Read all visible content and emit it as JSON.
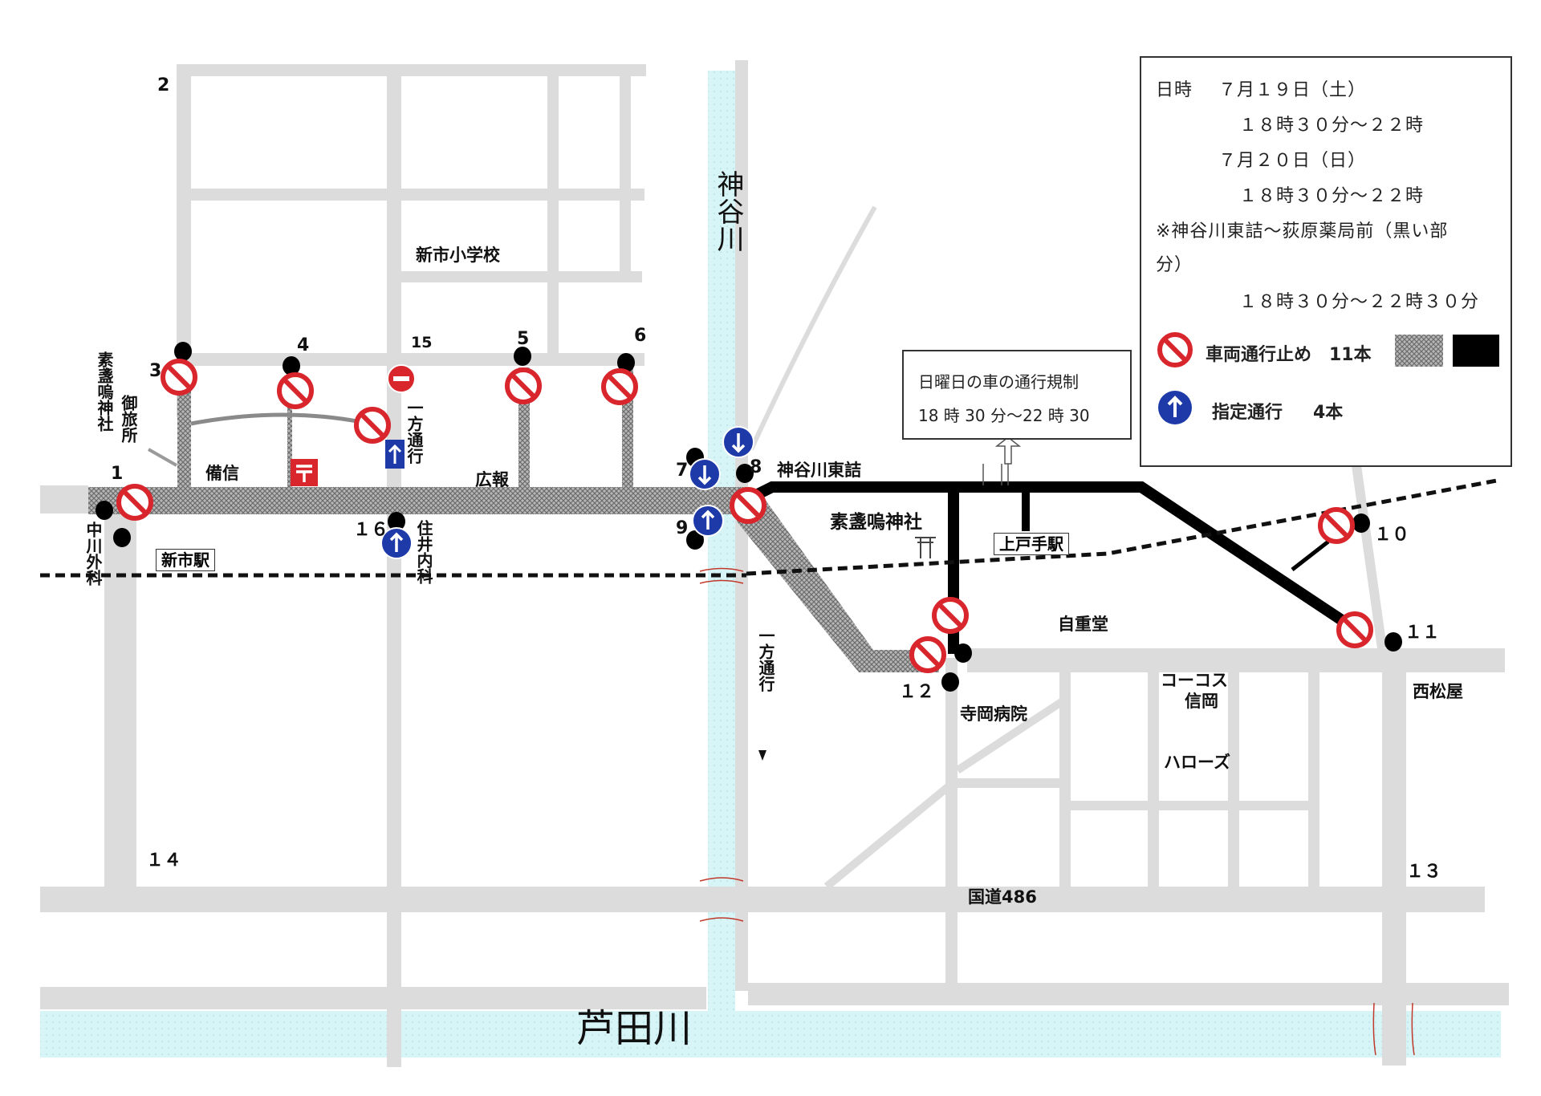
{
  "map": {
    "places": {
      "school": "新市小学校",
      "bishin": "備信",
      "kouhou": "広報",
      "shinichi_station": "新市駅",
      "kanaya_east": "神谷川東詰",
      "susanoo_shrine": "素盞嗚神社",
      "kamitode_station": "上戸手駅",
      "jichodo": "自重堂",
      "teraoka_hospital": "寺岡病院",
      "cocos": "コーコス",
      "shinko": "信岡",
      "harows": "ハローズ",
      "nishimatsuya": "西松屋",
      "route486": "国道486",
      "ashida_river": "芦田川",
      "kanaya_river": "神谷川"
    },
    "vertical_labels": {
      "susanoo_left": "素盞嗚神社",
      "gosho": "御旅所",
      "nakagawa": "中川外科",
      "one_way_1": "一方通行",
      "sumii": "住井内科",
      "one_way_2": "一方通行"
    },
    "numbers": {
      "n1": "1",
      "n2": "2",
      "n3": "3",
      "n4": "4",
      "n5": "5",
      "n6": "6",
      "n7": "7",
      "n8": "8",
      "n9": "9",
      "n10": "１０",
      "n11": "１１",
      "n12": "１２",
      "n13": "１３",
      "n14": "１４",
      "n15": "15",
      "n16": "１６"
    }
  },
  "callout": {
    "title": "日曜日の車の通行規制",
    "time": "18 時 30 分～22 時 30"
  },
  "legend": {
    "date_label": "日時",
    "day1": "７月１９日（土）",
    "time1": "１８時３０分～２２時",
    "day2": "７月２０日（日）",
    "time2": "１８時３０分～２２時",
    "note_line1": "※神谷川東詰～荻原薬局前（黒い部",
    "note_line2": "分）",
    "note_time": "１８時３０分～２２時３０分",
    "no_entry_label": "車両通行止め",
    "no_entry_count": "11本",
    "designated_label": "指定通行",
    "designated_count": "4本"
  },
  "icons": {
    "no_entry": "no-entry-sign-icon",
    "designated": "designated-direction-icon",
    "no_entry_red": "no-entry-bar-icon",
    "one_way_sign": "one-way-arrow-icon",
    "post_office": "post-office-icon",
    "torii": "torii-icon"
  },
  "colors": {
    "road": "#dcdcdc",
    "river": "#d2f3f6",
    "no_entry_red": "#d8262c",
    "designated_blue": "#1d3aa8",
    "closed_road": "#000000",
    "restricted_road": "#9a9a9a"
  }
}
